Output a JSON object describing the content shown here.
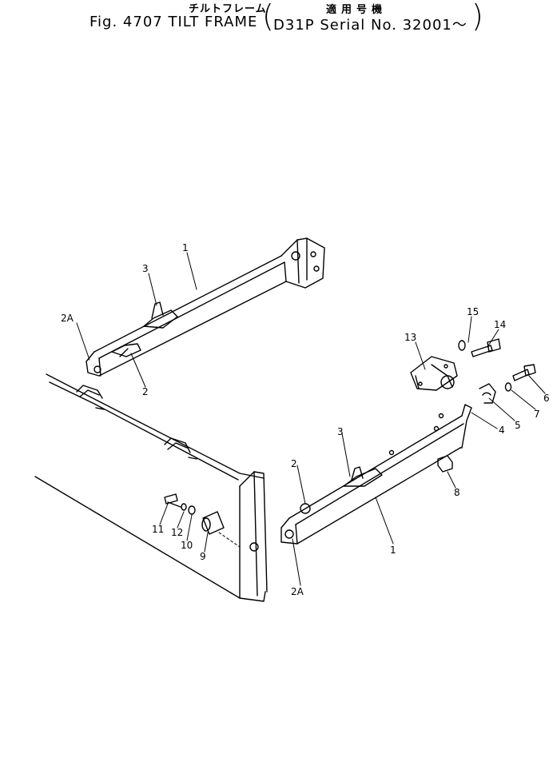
{
  "header": {
    "title_jp": "チルトフレーム",
    "applicable_jp": "適用号機",
    "fig_title": "Fig. 4707 TILT FRAME",
    "serial": "D31P  Serial No. 32001～",
    "paren_open": "(",
    "paren_close": ")"
  },
  "callouts": {
    "c1_upper": "1",
    "c3_upper": "3",
    "c2a_upper": "2A",
    "c2_upper": "2",
    "c15": "15",
    "c14": "14",
    "c13": "13",
    "c6": "6",
    "c7": "7",
    "c5": "5",
    "c4": "4",
    "c8": "8",
    "c3_lower": "3",
    "c2_lower": "2",
    "c1_lower": "1",
    "c2a_lower": "2A",
    "c11": "11",
    "c12": "12",
    "c10": "10",
    "c9": "9"
  }
}
